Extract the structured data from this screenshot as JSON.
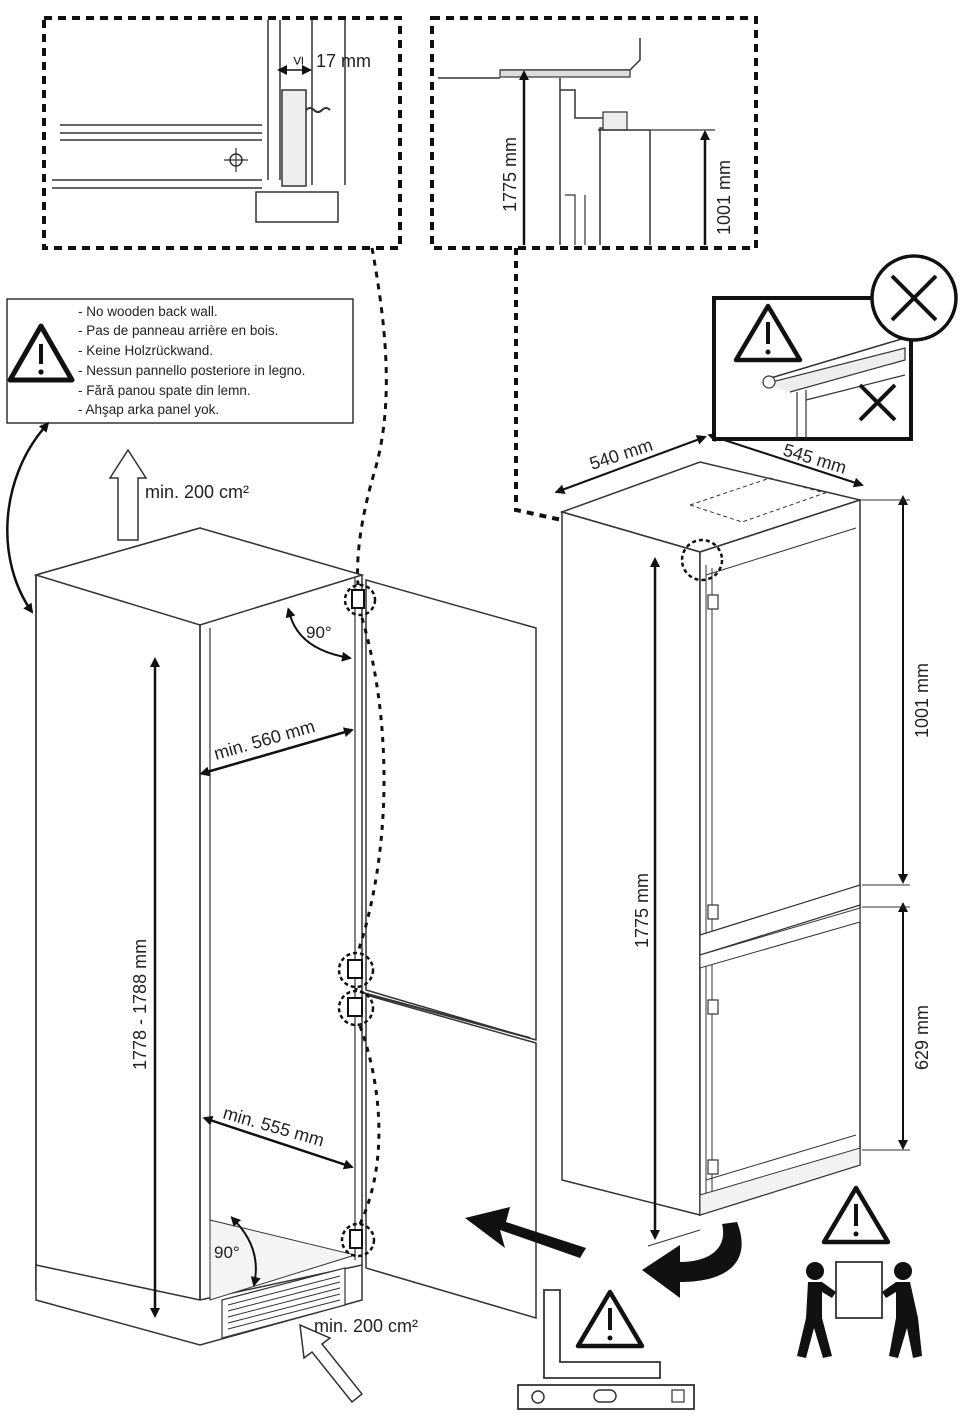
{
  "detail_top_left": {
    "gap_label": "17 mm",
    "le_symbol": "≤"
  },
  "detail_top_right": {
    "height_total": "1775 mm",
    "height_upper": "1001 mm"
  },
  "warning_box": {
    "lines": [
      "- No wooden back wall.",
      "- Pas de panneau arrière en bois.",
      "- Keine Holzrückwand.",
      "- Nessun pannello posteriore in legno.",
      "- Fără panou spate din lemn.",
      "- Ahşap arka panel yok."
    ]
  },
  "cabinet": {
    "vent_top": "min. 200 cm²",
    "vent_bottom": "min. 200 cm²",
    "angle_top": "90°",
    "angle_bottom": "90°",
    "width_top": "min. 560 mm",
    "width_bottom": "min. 555 mm",
    "height": "1778 - 1788 mm"
  },
  "appliance": {
    "width": "540 mm",
    "depth": "545 mm",
    "height": "1775 mm",
    "upper_height": "1001 mm",
    "lower_height": "629 mm"
  },
  "icons": [
    "warning-triangle-icon",
    "prohibited-x-icon",
    "two-person-lift-icon",
    "spirit-level-icon",
    "push-arrow-icon"
  ]
}
